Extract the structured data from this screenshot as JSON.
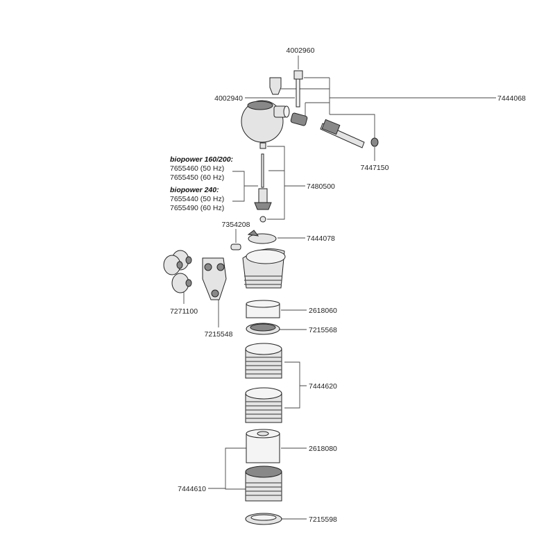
{
  "parts": {
    "p4002960": "4002960",
    "p4002940": "4002940",
    "p7444068": "7444068",
    "p7447150": "7447150",
    "p7480500": "7480500",
    "p7354208": "7354208",
    "p7444078": "7444078",
    "p7271100": "7271100",
    "p7215548": "7215548",
    "p2618060": "2618060",
    "p7215568": "7215568",
    "p7444620": "7444620",
    "p2618080": "2618080",
    "p7444610": "7444610",
    "p7215598": "7215598"
  },
  "rotor": {
    "group1_title": "biopower 160/200:",
    "group1_items": [
      "7655460 (50 Hz)",
      "7655450 (60 Hz)"
    ],
    "group2_title": "biopower 240:",
    "group2_items": [
      "7655440 (50 Hz)",
      "7655490 (60 Hz)"
    ]
  }
}
